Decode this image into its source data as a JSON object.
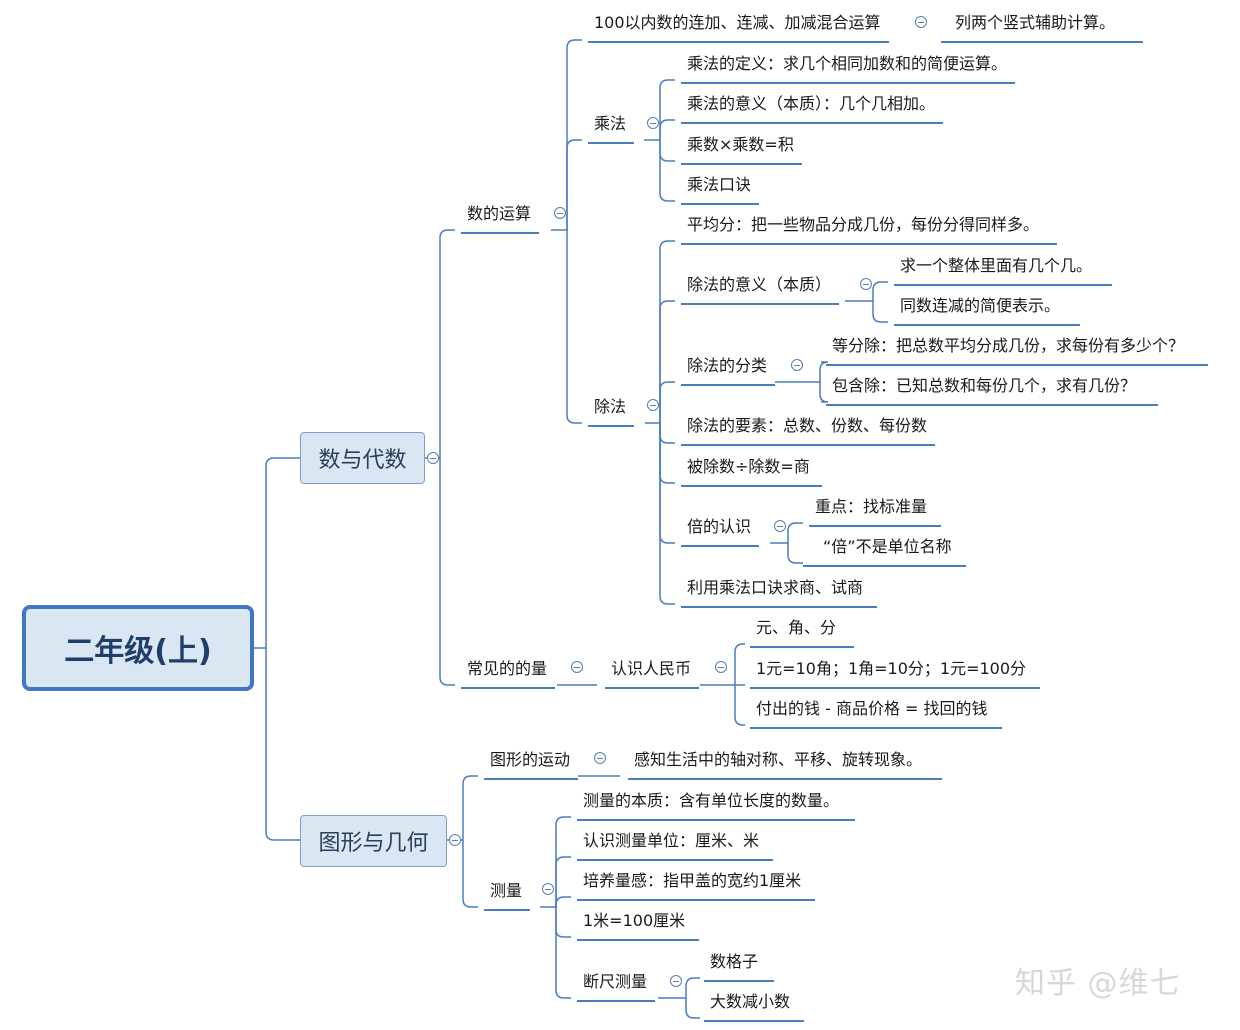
{
  "root": "二年级(上)",
  "branches": {
    "algebra": "数与代数",
    "geometry": "图形与几何"
  },
  "ops": {
    "title": "数的运算",
    "add_sub": "100以内数的连加、连减、加减混合运算",
    "add_sub_tip": "列两个竖式辅助计算。",
    "mult": {
      "title": "乘法",
      "items": [
        "乘法的定义：求几个相同加数和的简便运算。",
        "乘法的意义（本质）：几个几相加。",
        "乘数×乘数=积",
        "乘法口诀"
      ]
    },
    "div": {
      "title": "除法",
      "avg": "平均分：把一些物品分成几份，每份分得同样多。",
      "meaning": "除法的意义（本质）",
      "meaning_items": [
        "求一个整体里面有几个几。",
        "同数连减的简便表示。"
      ],
      "kinds": "除法的分类",
      "kinds_items": [
        "等分除：把总数平均分成几份，求每份有多少个？",
        "包含除：已知总数和每份几个，求有几份？"
      ],
      "elements": "除法的要素：总数、份数、每份数",
      "formula": "被除数÷除数=商",
      "times": "倍的认识",
      "times_items": [
        "重点：找标准量",
        "“倍”不是单位名称"
      ],
      "quotient": "利用乘法口诀求商、试商"
    }
  },
  "quantity": {
    "title": "常见的的量",
    "rmb": "认识人民币",
    "items": [
      "元、角、分",
      "1元=10角；1角=10分；1元=100分",
      "付出的钱 - 商品价格 = 找回的钱"
    ]
  },
  "motion": {
    "title": "图形的运动",
    "tip": "感知生活中的轴对称、平移、旋转现象。"
  },
  "measure": {
    "title": "测量",
    "items": [
      "测量的本质：含有单位长度的数量。",
      "认识测量单位：厘米、米",
      "培养量感：指甲盖的宽约1厘米",
      "1米=100厘米"
    ],
    "broken": "断尺测量",
    "broken_items": [
      "数格子",
      "大数减小数"
    ]
  },
  "watermark": "知乎 @维七",
  "colors": {
    "line": "#4a7dbf",
    "box_fill": "#dbe6f3",
    "root_border": "#3f77c0"
  }
}
